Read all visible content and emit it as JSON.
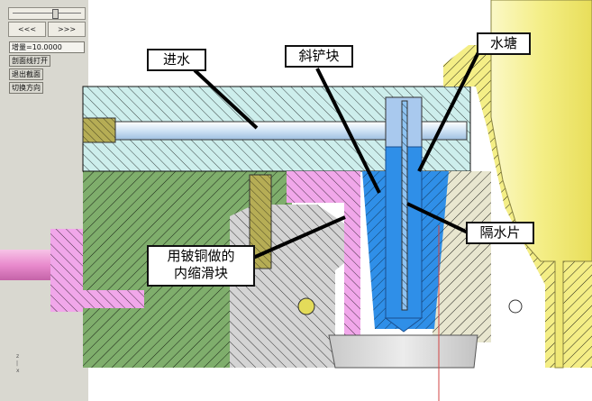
{
  "controls": {
    "prev_label": "<<<",
    "next_label": ">>>",
    "value_label": "增量=10.0000",
    "btn1_label": "剖面线打开",
    "btn2_label": "退出截面",
    "btn3_label": "切换方向",
    "slider_value": 0.62
  },
  "callouts": {
    "inlet": "进水",
    "shovel": "斜铲块",
    "well": "水塘",
    "baffle": "隔水片",
    "slider_line1": "用铍铜做的",
    "slider_line2": "内缩滑块"
  },
  "colors": {
    "cyan_plate": "#cdeeec",
    "green_block": "#7fae6c",
    "magenta_block": "#f1a7ea",
    "blue_insert": "#2f8fe8",
    "gray_slider": "#d4d4d4",
    "yellow_core": "#f6f29a",
    "pink_rod": "#ee97d4"
  }
}
